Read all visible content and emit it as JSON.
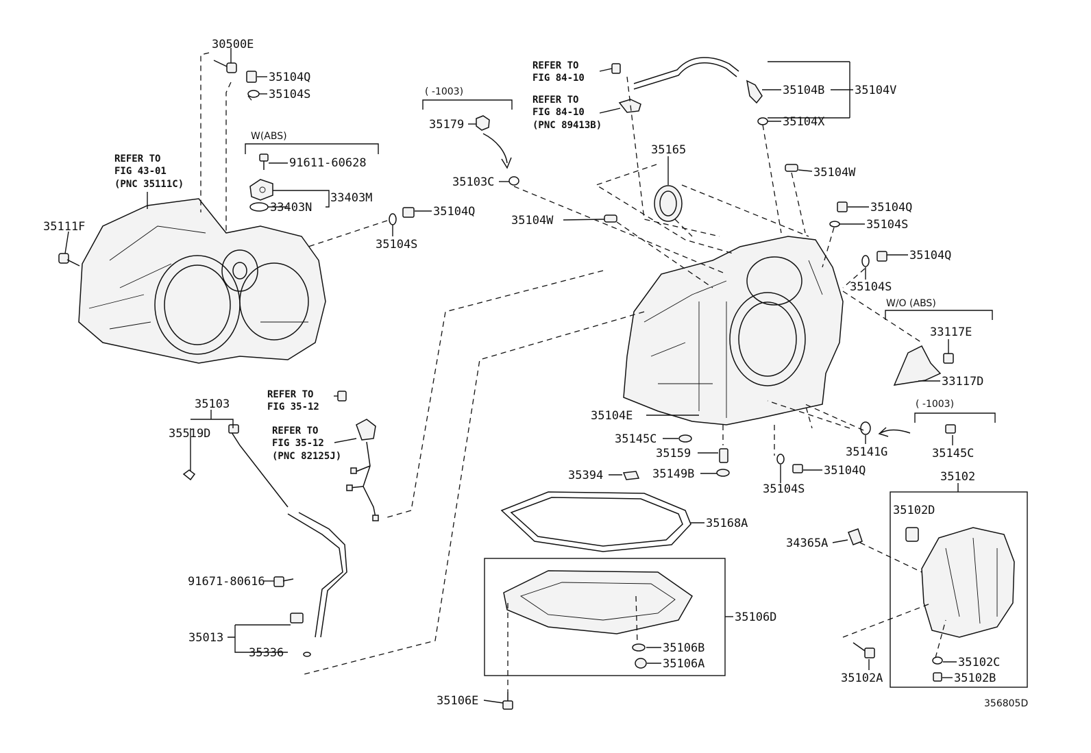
{
  "diagram_id": "356805D",
  "parts": {
    "p30500E": "30500E",
    "p35104Q_a": "35104Q",
    "p35104S_a": "35104S",
    "p35111F": "35111F",
    "p91611": "91611-60628",
    "p33403M": "33403M",
    "p33403N": "33403N",
    "p35104Q_b": "35104Q",
    "p35104S_b": "35104S",
    "p35179": "35179",
    "p35103C": "35103C",
    "p35104B": "35104B",
    "p35104V": "35104V",
    "p35104X": "35104X",
    "p35165": "35165",
    "p35104W_a": "35104W",
    "p35104W_b": "35104W",
    "p35104Q_c": "35104Q",
    "p35104S_c": "35104S",
    "p35104Q_d": "35104Q",
    "p35104S_d": "35104S",
    "p33117E": "33117E",
    "p33117D": "33117D",
    "p35103": "35103",
    "p35519D": "35519D",
    "p35104E": "35104E",
    "p35145C_a": "35145C",
    "p35159": "35159",
    "p35141G": "35141G",
    "p35145C_b": "35145C",
    "p35394": "35394",
    "p35149B": "35149B",
    "p35104Q_e": "35104Q",
    "p35104S_e": "35104S",
    "p35102": "35102",
    "p35102D": "35102D",
    "p35168A": "35168A",
    "p34365A": "34365A",
    "p91671": "91671-80616",
    "p35106D": "35106D",
    "p35013": "35013",
    "p35336": "35336",
    "p35106B": "35106B",
    "p35106A": "35106A",
    "p35102C": "35102C",
    "p35102A": "35102A",
    "p35102B": "35102B",
    "p35106E": "35106E"
  },
  "notes": {
    "refer_43_l1": "REFER TO",
    "refer_43_l2": "FIG 43-01",
    "refer_43_l3": "(PNC 35111C)",
    "refer_84a_l1": "REFER TO",
    "refer_84a_l2": "FIG 84-10",
    "refer_84b_l1": "REFER TO",
    "refer_84b_l2": "FIG 84-10",
    "refer_84b_l3": "(PNC 89413B)",
    "refer_35a_l1": "REFER TO",
    "refer_35a_l2": "FIG 35-12",
    "refer_35b_l1": "REFER TO",
    "refer_35b_l2": "FIG 35-12",
    "refer_35b_l3": "(PNC 82125J)"
  },
  "groups": {
    "w_abs": "W(ABS)",
    "wo_abs": "W/O (ABS)",
    "range_a": "(      -1003)",
    "range_b": "(      -1003)"
  }
}
